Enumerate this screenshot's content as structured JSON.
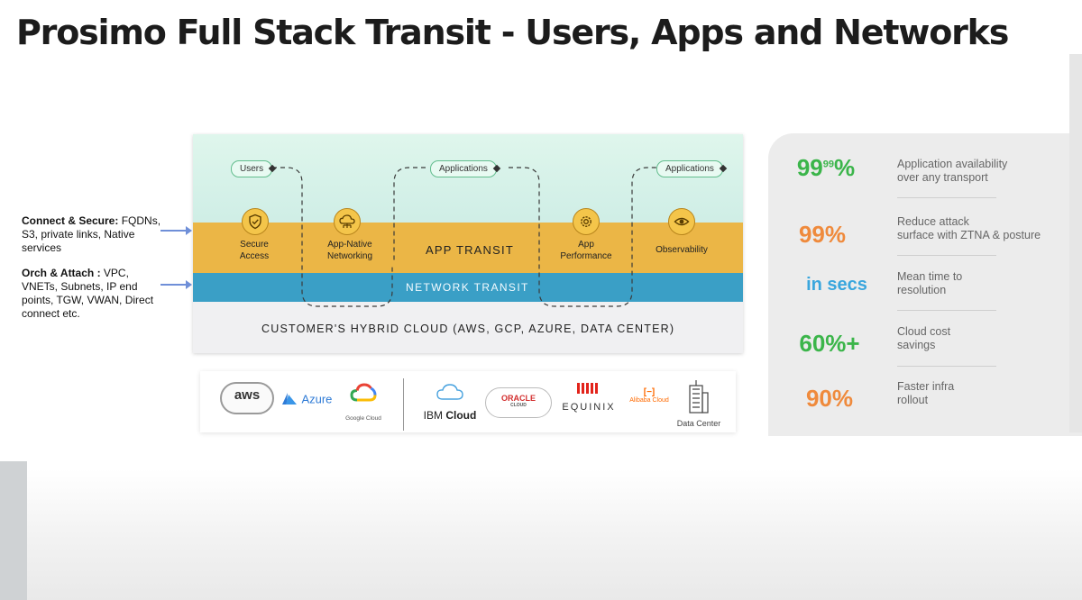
{
  "title": "Prosimo Full Stack Transit - Users, Apps and Networks",
  "side_notes": {
    "connect": {
      "heading": "Connect & Secure:",
      "line1": " FQDNs,",
      "line2": "S3, private links, Native",
      "line3": "services"
    },
    "orch": {
      "heading": "Orch & Attach :",
      "line1": " VPC,",
      "line2": "VNETs, Subnets, IP end",
      "line3": "points, TGW, VWAN, Direct",
      "line4": "connect etc."
    }
  },
  "diagram": {
    "pills": {
      "users": "Users",
      "applications_center": "Applications",
      "applications_right": "Applications"
    },
    "components": {
      "secure_access": {
        "line1": "Secure",
        "line2": "Access"
      },
      "app_native": {
        "line1": "App-Native",
        "line2": "Networking"
      },
      "app_performance": {
        "line1": "App",
        "line2": "Performance"
      },
      "observability": {
        "line1": "Observability"
      }
    },
    "app_transit": "APP TRANSIT",
    "network_transit": "NETWORK TRANSIT",
    "hybrid_cloud": "CUSTOMER'S HYBRID CLOUD (AWS, GCP, AZURE, DATA CENTER)"
  },
  "logos": {
    "aws": "aws",
    "azure": "Azure",
    "google_cloud": "Google Cloud",
    "ibm": "IBM",
    "ibm_cloud": "Cloud",
    "oracle": "ORACLE",
    "oracle_cloud": "CLOUD",
    "equinix": "EQUINIX",
    "alibaba": "Alibaba Cloud",
    "data_center": "Data Center"
  },
  "stats": [
    {
      "value_main": "99",
      "value_sup": "99",
      "value_suffix": "%",
      "line1": "Application availability",
      "line2": "over any transport",
      "color": "#3bb54a"
    },
    {
      "value_main": "99%",
      "line1": "Reduce attack",
      "line2": "surface with ZTNA & posture",
      "color": "#ef8a3c"
    },
    {
      "value_main": "in secs",
      "line1": "Mean time to",
      "line2": "resolution",
      "color": "#3aa6dd"
    },
    {
      "value_main": "60%+",
      "line1": "Cloud cost",
      "line2": "savings",
      "color": "#3bb54a"
    },
    {
      "value_main": "90%",
      "line1": "Faster infra",
      "line2": "rollout",
      "color": "#ef8a3c"
    }
  ],
  "colors": {
    "diagram_top": "#dff6ec",
    "app_transit_band": "#ebb646",
    "network_transit_band": "#3a9fc6",
    "hybrid_cloud_band": "#f0f0f2",
    "arrow": "#6f8fd8"
  },
  "icons": {
    "secure_access": "shield-check-icon",
    "app_native": "cloud-network-icon",
    "app_performance": "gear-icon",
    "observability": "eye-icon",
    "data_center": "building-icon"
  }
}
